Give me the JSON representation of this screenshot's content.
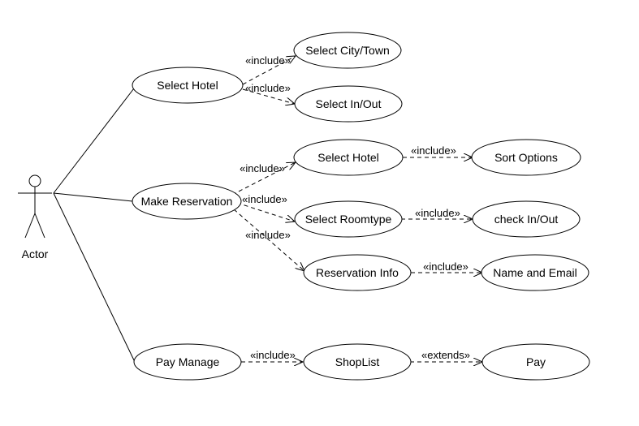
{
  "actor": {
    "name": "Actor"
  },
  "use_cases": {
    "select_hotel_top": "Select Hotel",
    "select_city_town": "Select City/Town",
    "select_in_out": "Select In/Out",
    "make_reservation": "Make Reservation",
    "select_hotel_res": "Select Hotel",
    "sort_options": "Sort Options",
    "select_roomtype": "Select Roomtype",
    "check_in_out": "check In/Out",
    "reservation_info": "Reservation Info",
    "name_and_email": "Name and Email",
    "pay_manage": "Pay Manage",
    "shoplist": "ShopList",
    "pay": "Pay"
  },
  "relationships": [
    {
      "from": "select_hotel_top",
      "to": "select_city_town",
      "label": "«include»"
    },
    {
      "from": "select_hotel_top",
      "to": "select_in_out",
      "label": "«include»"
    },
    {
      "from": "make_reservation",
      "to": "select_hotel_res",
      "label": "«include»"
    },
    {
      "from": "make_reservation",
      "to": "select_roomtype",
      "label": "«include»"
    },
    {
      "from": "make_reservation",
      "to": "reservation_info",
      "label": "«include»"
    },
    {
      "from": "select_hotel_res",
      "to": "sort_options",
      "label": "«include»"
    },
    {
      "from": "select_roomtype",
      "to": "check_in_out",
      "label": "«include»"
    },
    {
      "from": "reservation_info",
      "to": "name_and_email",
      "label": "«include»"
    },
    {
      "from": "pay_manage",
      "to": "shoplist",
      "label": "«include»"
    },
    {
      "from": "shoplist",
      "to": "pay",
      "label": "«extends»"
    }
  ]
}
